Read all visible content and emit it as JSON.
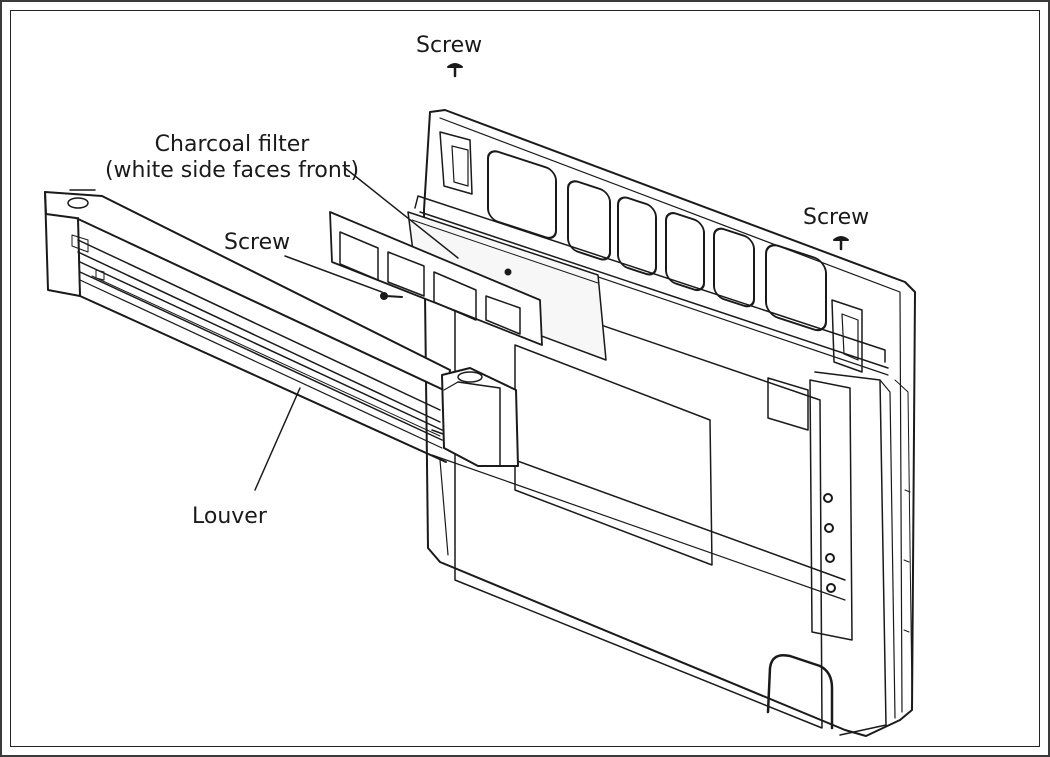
{
  "labels": {
    "screw_top": "Screw",
    "charcoal_line1": "Charcoal filter",
    "charcoal_line2": "(white side faces front)",
    "screw_left": "Screw",
    "screw_right": "Screw",
    "louver": "Louver"
  },
  "colors": {
    "stroke": "#1a1a1a",
    "fill": "#ffffff",
    "shade": "#f2f2f2"
  }
}
